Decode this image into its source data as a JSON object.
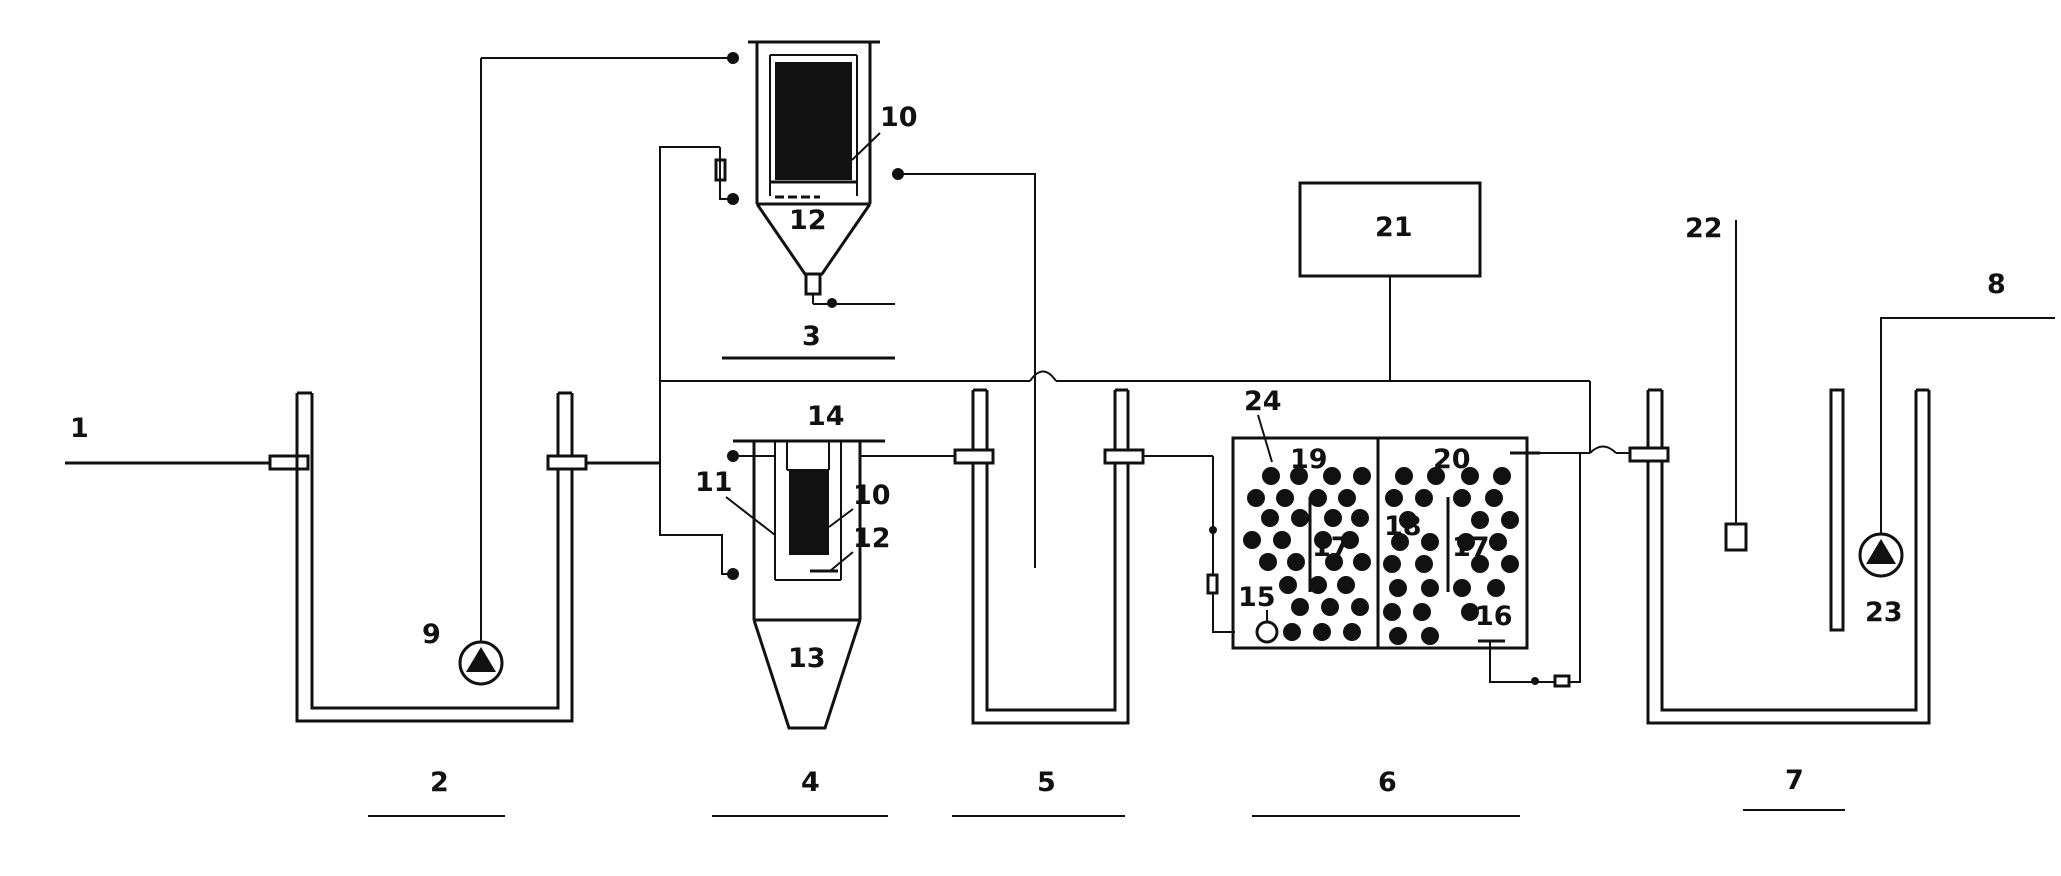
{
  "labels": {
    "influent": "1",
    "tank_2": "2",
    "unit_3": "3",
    "unit_4": "4",
    "tank_5": "5",
    "reactor_6": "6",
    "tank_7": "7",
    "effluent": "8",
    "pump_9": "9",
    "filter_10_top": "10",
    "filter_10_bottom": "10",
    "part_11": "11",
    "plate_12_top": "12",
    "plate_12_bottom": "12",
    "cone_13": "13",
    "part_14": "14",
    "part_15": "15",
    "part_16": "16",
    "baffle_17_left": "17",
    "baffle_17_right": "17",
    "part_18": "18",
    "part_19": "19",
    "part_20": "20",
    "controller_21": "21",
    "probe_22": "22",
    "pump_23": "23",
    "media_24": "24"
  }
}
